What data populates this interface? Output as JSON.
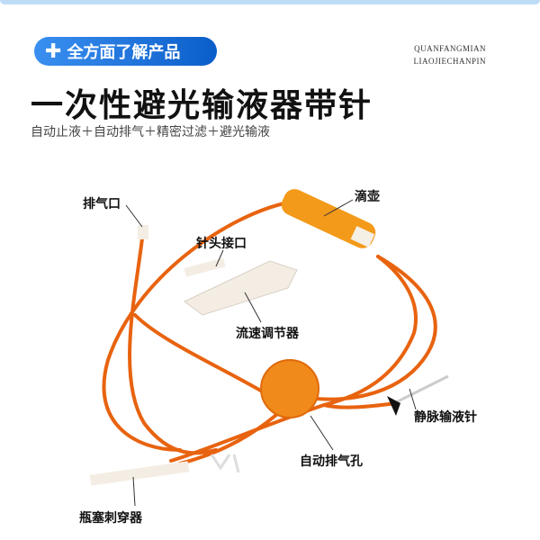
{
  "header": {
    "badge_icon": "plus-icon",
    "badge": "全方面了解产品",
    "pinyin_line1": "QUANFANGMIAN",
    "pinyin_line2": "LIAOJIECHANPIN"
  },
  "title": "一次性避光输液器带针",
  "subtitle": "自动止液＋自动排气＋精密过滤＋避光输液",
  "labels": {
    "vent": "排气口",
    "drip_chamber": "滴壶",
    "needle_connector": "针头接口",
    "flow_regulator": "流速调节器",
    "iv_needle": "静脉输液针",
    "auto_vent_hole": "自动排气孔",
    "spike": "瓶塞刺穿器"
  },
  "colors": {
    "tube": "#e8630f",
    "chamber": "#f39a1a",
    "accent": "#1a73e8"
  }
}
